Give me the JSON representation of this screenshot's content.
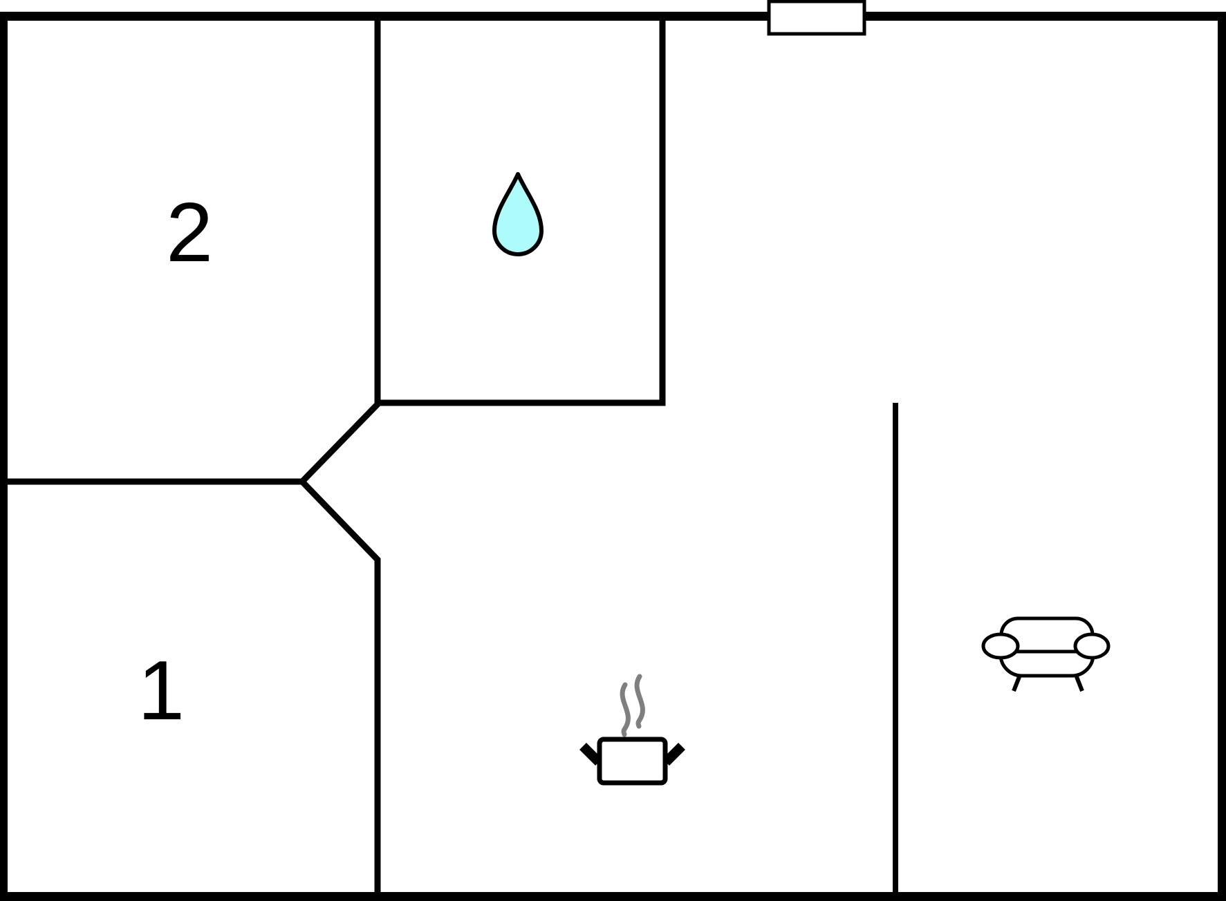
{
  "floorplan": {
    "colors": {
      "wall": "#000000",
      "background": "#ffffff",
      "water_drop_fill": "#aefbfb",
      "steam": "#7f7f7f"
    },
    "rooms": [
      {
        "label": "2"
      },
      {
        "label": "1"
      }
    ],
    "icons": [
      "water-drop-icon",
      "steam-icon",
      "cooking-pot-icon",
      "sofa-icon",
      "door-opening"
    ]
  }
}
